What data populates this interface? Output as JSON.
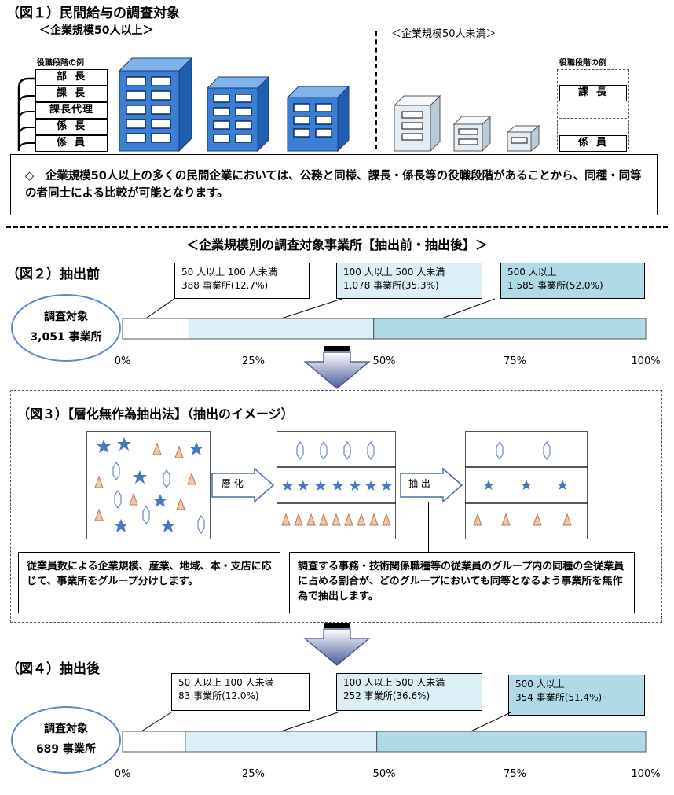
{
  "fig1": {
    "title": "（図１）民間給与の調査対象",
    "large_label": "＜企業規模50人以上＞",
    "small_label": "＜企業規模50人未満＞",
    "role_example_label": "役職段階の例",
    "roles_large": [
      "部長",
      "課長",
      "課長代理",
      "係長",
      "係員"
    ],
    "roles_small": [
      "課長",
      "係員"
    ],
    "note": "◇　企業規模50人以上の多くの民間企業においては、公務と同様、課長・係長等の役職段階があることから、同種・同等の者同士による比較が可能となります。"
  },
  "section_heading": "＜企業規模別の調査対象事業所【抽出前・抽出後】＞",
  "fig2": {
    "title": "（図２）抽出前",
    "oval_line1": "調査対象",
    "oval_line2": "3,051 事業所"
  },
  "fig3": {
    "title": "（図３）【層化無作為抽出法】（抽出のイメージ）",
    "arrow1": "層 化",
    "arrow2": "抽 出",
    "note_left": "従業員数による企業規模、産業、地域、本・支店に応じて、事業所をグループ分けします。",
    "note_right": "調査する事務・技術関係職種等の従業員のグループ内の同種の全従業員に占める割合が、どのグループにおいても同等となるよう事業所を無作為で抽出します。"
  },
  "fig4": {
    "title": "（図４）抽出後",
    "oval_line1": "調査対象",
    "oval_line2": "689 事業所"
  },
  "colors": {
    "bar_mid": "#dceef6",
    "bar_large": "#b0dbe6",
    "oval": "#5b86c8",
    "building": "#3a7fd4"
  },
  "chart_data": [
    {
      "type": "bar",
      "orientation": "horizontal-stacked",
      "title": "（図２）抽出前",
      "categories": [
        "調査対象"
      ],
      "series": [
        {
          "name": "50 人以上 100 人未満",
          "label": "388 事業所(12.7%)",
          "value": 12.7
        },
        {
          "name": "100 人以上 500 人未満",
          "label": "1,078 事業所(35.3%)",
          "value": 35.3
        },
        {
          "name": "500 人以上",
          "label": "1,585 事業所(52.0%)",
          "value": 52.0
        }
      ],
      "xticks": [
        "0%",
        "25%",
        "50%",
        "75%",
        "100%"
      ],
      "xlim": [
        0,
        100
      ]
    },
    {
      "type": "bar",
      "orientation": "horizontal-stacked",
      "title": "（図４）抽出後",
      "categories": [
        "調査対象"
      ],
      "series": [
        {
          "name": "50 人以上 100 人未満",
          "label": "83 事業所(12.0%)",
          "value": 12.0
        },
        {
          "name": "100 人以上 500 人未満",
          "label": "252 事業所(36.6%)",
          "value": 36.6
        },
        {
          "name": "500 人以上",
          "label": "354 事業所(51.4%)",
          "value": 51.4
        }
      ],
      "xticks": [
        "0%",
        "25%",
        "50%",
        "75%",
        "100%"
      ],
      "xlim": [
        0,
        100
      ]
    }
  ]
}
